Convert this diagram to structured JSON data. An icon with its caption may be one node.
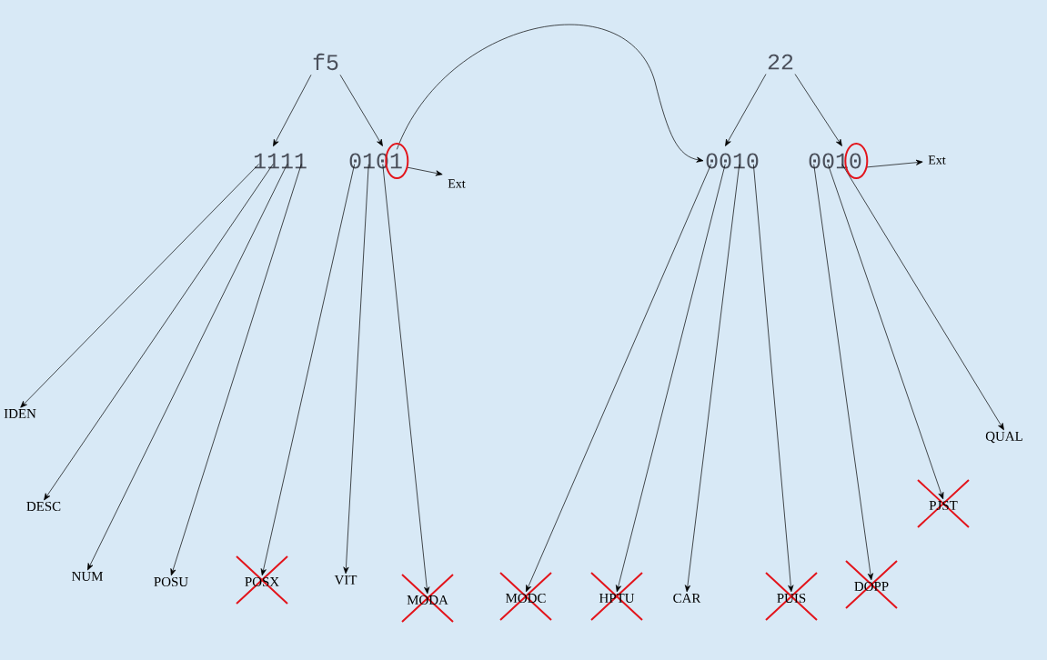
{
  "diagram": {
    "nodes": [
      {
        "text": [
          "f5"
        ]
      },
      {
        "text": [
          "22"
        ]
      },
      {
        "text": [
          "1111"
        ]
      },
      {
        "text": [
          "0101"
        ]
      },
      {
        "text": [
          "0010"
        ]
      },
      {
        "text": [
          "0010"
        ]
      },
      {
        "text": [
          "Ext"
        ]
      },
      {
        "text": [
          "Ext"
        ]
      },
      {
        "text": [
          "IDEN"
        ]
      },
      {
        "text": [
          "DESC"
        ]
      },
      {
        "text": [
          "NUM"
        ]
      },
      {
        "text": [
          "POSU"
        ]
      },
      {
        "text": [
          "POSX"
        ]
      },
      {
        "text": [
          "VIT"
        ]
      },
      {
        "text": [
          "MODA"
        ]
      },
      {
        "text": [
          "MODC"
        ]
      },
      {
        "text": [
          "HPTU"
        ]
      },
      {
        "text": [
          "CAR"
        ]
      },
      {
        "text": [
          "PUIS"
        ]
      },
      {
        "text": [
          "DOPP"
        ]
      },
      {
        "text": [
          "PJST"
        ]
      },
      {
        "text": [
          "QUAL"
        ]
      }
    ],
    "edges": [
      {
        "from": 0,
        "to": 2,
        "arrow": "to"
      },
      {
        "from": 0,
        "to": 3,
        "arrow": "to"
      },
      {
        "from": 1,
        "to": 4,
        "arrow": "to"
      },
      {
        "from": 1,
        "to": 5,
        "arrow": "to"
      },
      {
        "from": 3,
        "to": 4,
        "arrow": "to"
      },
      {
        "from": 3,
        "to": 6,
        "arrow": "to"
      },
      {
        "from": 5,
        "to": 7,
        "arrow": "to"
      },
      {
        "from": 2,
        "to": 8,
        "arrow": "to"
      },
      {
        "from": 2,
        "to": 9,
        "arrow": "to"
      },
      {
        "from": 2,
        "to": 10,
        "arrow": "to"
      },
      {
        "from": 2,
        "to": 11,
        "arrow": "to"
      },
      {
        "from": 3,
        "to": 12,
        "arrow": "to"
      },
      {
        "from": 3,
        "to": 13,
        "arrow": "to"
      },
      {
        "from": 3,
        "to": 14,
        "arrow": "to"
      },
      {
        "from": 4,
        "to": 15,
        "arrow": "to"
      },
      {
        "from": 4,
        "to": 16,
        "arrow": "to"
      },
      {
        "from": 4,
        "to": 17,
        "arrow": "to"
      },
      {
        "from": 4,
        "to": 18,
        "arrow": "to"
      },
      {
        "from": 5,
        "to": 19,
        "arrow": "to"
      },
      {
        "from": 5,
        "to": 20,
        "arrow": "to"
      },
      {
        "from": 5,
        "to": 21,
        "arrow": "to"
      }
    ]
  }
}
